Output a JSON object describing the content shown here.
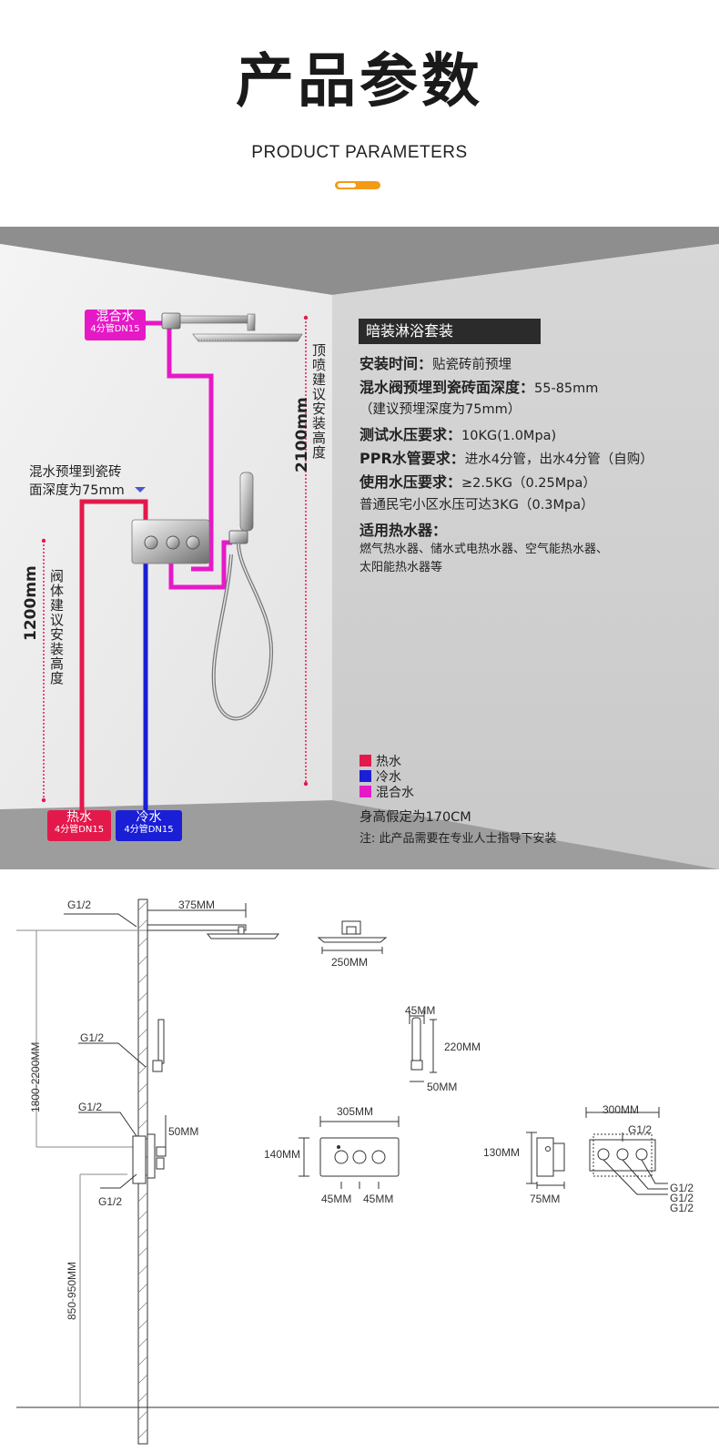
{
  "header": {
    "title": "产品参数",
    "subtitle": "PRODUCT PARAMETERS",
    "accent_color": "#f39b15"
  },
  "install_diagram": {
    "tags": {
      "mixed": {
        "name": "混合水",
        "sub": "4分管DN15"
      },
      "hot": {
        "name": "热水",
        "sub": "4分管DN15"
      },
      "cold": {
        "name": "冷水",
        "sub": "4分管DN15"
      }
    },
    "embed_note": {
      "line1": "混水预埋到瓷砖",
      "line2": "面深度为75mm"
    },
    "top_height": {
      "value": "2100mm",
      "label": "顶喷建议安装高度"
    },
    "valve_height": {
      "value": "1200mm",
      "label": "阀体建议安装高度"
    },
    "colors": {
      "hot": "#e3194b",
      "cold": "#1a1fd6",
      "mixed": "#e619c7"
    }
  },
  "specs": {
    "header": "暗装淋浴套装",
    "rows": [
      {
        "label": "安装时间：",
        "value": "贴瓷砖前预埋"
      },
      {
        "label": "混水阀预埋到瓷砖面深度：",
        "value": "55-85mm"
      },
      {
        "label": "",
        "value": "（建议预埋深度为75mm）"
      },
      {
        "label": "测试水压要求：",
        "value": "10KG(1.0Mpa)"
      },
      {
        "label": "PPR水管要求：",
        "value": "进水4分管，出水4分管（自购）"
      },
      {
        "label": "使用水压要求：",
        "value": "≥2.5KG（0.25Mpa）"
      },
      {
        "label": "",
        "value": "普通民宅小区水压可达3KG（0.3Mpa）"
      },
      {
        "label": "适用热水器：",
        "value": ""
      }
    ],
    "heater_types_line1": "燃气热水器、储水式电热水器、空气能热水器、",
    "heater_types_line2": "太阳能热水器等",
    "legend": [
      {
        "label": "热水",
        "color": "#e3194b"
      },
      {
        "label": "冷水",
        "color": "#1a1fd6"
      },
      {
        "label": "混合水",
        "color": "#e619c7"
      }
    ],
    "body_height": "身高假定为170CM",
    "note": "注: 此产品需要在专业人士指导下安装"
  },
  "dimensions": {
    "g_top": "G1/2",
    "arm_length": "375MM",
    "head_size": "250MM",
    "g_hand": "G1/2",
    "range_top": "1800-2200MM",
    "g_valve_top": "G1/2",
    "valve_depth": "50MM",
    "g_valve_bottom": "G1/2",
    "range_bottom": "850-950MM",
    "hand_width": "45MM",
    "hand_height": "220MM",
    "hand_base": "50MM",
    "plate_width": "305MM",
    "plate_height": "140MM",
    "knob_spacing_1": "45MM",
    "knob_spacing_2": "45MM",
    "box_height": "130MM",
    "box_depth": "75MM",
    "box_width": "300MM",
    "box_g_top": "G1/2",
    "box_g_1": "G1/2",
    "box_g_2": "G1/2",
    "box_g_3": "G1/2"
  }
}
